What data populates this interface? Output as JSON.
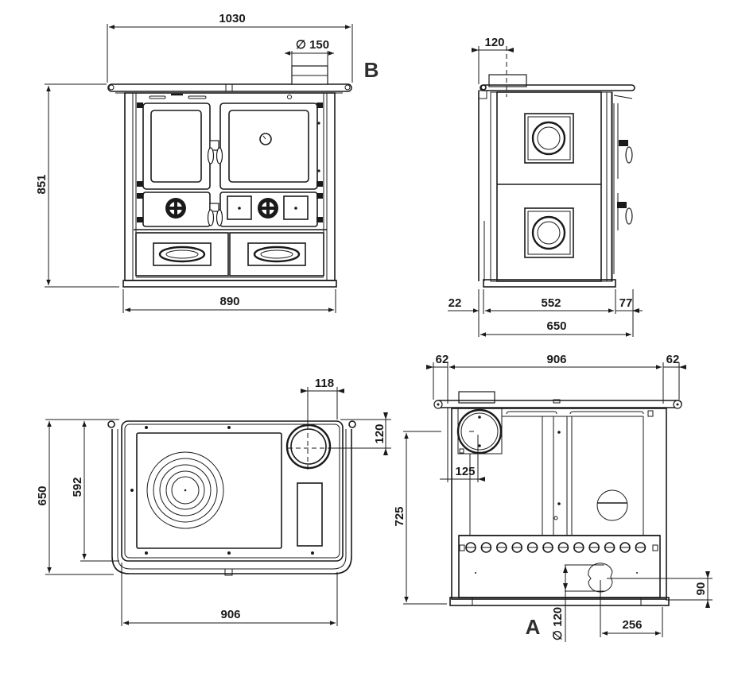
{
  "title": "Wood cooker dimensional drawing",
  "views": {
    "front": {
      "label": "B",
      "dims": {
        "overall_width": "1030",
        "flue_diameter": "∅ 150",
        "height": "851",
        "body_width": "890"
      }
    },
    "side": {
      "dims": {
        "flue_offset": "120",
        "rear_offset": "22",
        "body_depth": "552",
        "front_overhang": "77",
        "total_depth": "650"
      }
    },
    "top": {
      "dims": {
        "flue_x": "118",
        "flue_y": "120",
        "total_depth": "650",
        "body_depth": "592",
        "width": "906"
      }
    },
    "rear": {
      "label": "A",
      "dims": {
        "rail_left": "62",
        "width": "906",
        "rail_right": "62",
        "flue_height": "725",
        "flue_offset": "125",
        "air_inlet_diameter": "∅ 120",
        "air_inlet_height": "90",
        "air_inlet_offset": "256"
      }
    }
  }
}
